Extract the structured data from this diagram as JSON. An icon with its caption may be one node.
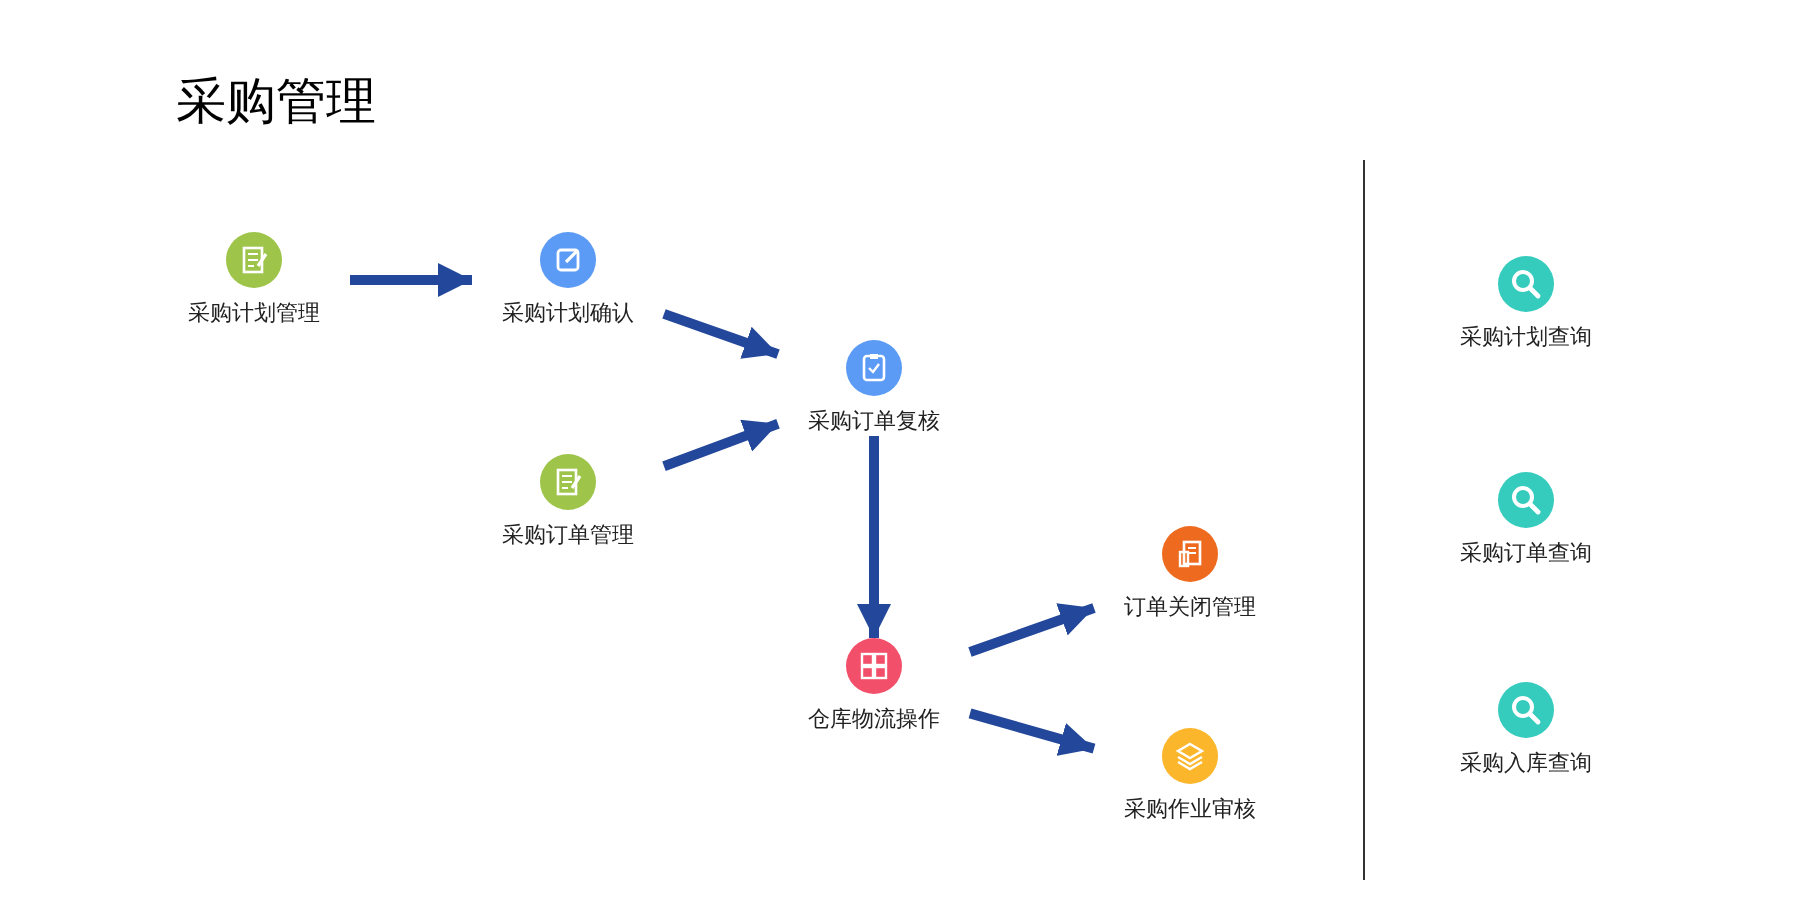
{
  "diagram": {
    "title": "采购管理",
    "nodes": [
      {
        "text": [
          "采购计划管理"
        ]
      },
      {
        "text": [
          "采购计划确认"
        ]
      },
      {
        "text": [
          "采购订单管理"
        ]
      },
      {
        "text": [
          "采购订单复核"
        ]
      },
      {
        "text": [
          "仓库物流操作"
        ]
      },
      {
        "text": [
          "订单关闭管理"
        ]
      },
      {
        "text": [
          "采购作业审核"
        ]
      },
      {
        "text": [
          "采购计划查询"
        ]
      },
      {
        "text": [
          "采购订单查询"
        ]
      },
      {
        "text": [
          "采购入库查询"
        ]
      }
    ],
    "edges": [
      {
        "from": 0,
        "to": 1,
        "arrow": "to"
      },
      {
        "from": 1,
        "to": 3,
        "arrow": "to"
      },
      {
        "from": 2,
        "to": 3,
        "arrow": "to"
      },
      {
        "from": 3,
        "to": 4,
        "arrow": "to"
      },
      {
        "from": 4,
        "to": 5,
        "arrow": "to"
      },
      {
        "from": 4,
        "to": 6,
        "arrow": "to"
      }
    ]
  }
}
